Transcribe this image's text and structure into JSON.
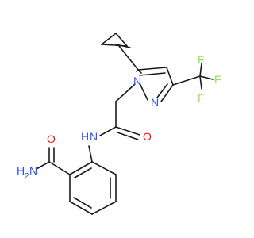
{
  "molecule": {
    "colors": {
      "bond": "#1a1a1a",
      "carbon": "#1a1a1a",
      "nitrogen": "#3050F8",
      "oxygen": "#FF0D0D",
      "fluorine": "#90E050"
    },
    "atoms": {
      "f1": "F",
      "f2": "F",
      "f3": "F",
      "n_pz1": "N",
      "n_pz2": "N",
      "amide_o": "O",
      "amide_nh": "H",
      "amide_n": "N",
      "carbamoyl_o": "O",
      "nh2_n": "N",
      "nh2_h": "H",
      "nh2_sub": "2"
    }
  }
}
